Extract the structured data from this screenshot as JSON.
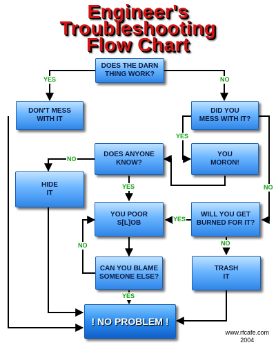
{
  "title": {
    "line1": "Engineer's",
    "line2": "Troubleshooting",
    "line3": "Flow Chart"
  },
  "nodes": {
    "does_work": "DOES THE DARN\nTHING WORK?",
    "dont_mess": "DON'T MESS\nWITH IT",
    "did_you_mess": "DID YOU\nMESS WITH IT?",
    "you_moron": "YOU\nMORON!",
    "anyone_know": "DOES ANYONE\nKNOW?",
    "hide_it": "HIDE\nIT",
    "you_poor": "YOU POOR\nS[L]OB",
    "get_burned": "WILL YOU GET\nBURNED FOR IT?",
    "blame_else": "CAN YOU BLAME\nSOMEONE ELSE?",
    "trash_it": "TRASH\nIT",
    "no_problem": "! NO PROBLEM !"
  },
  "edge_labels": {
    "works_yes": "YES",
    "works_no": "NO",
    "messed_yes": "YES",
    "messed_no": "NO",
    "know_no": "NO",
    "know_yes": "YES",
    "burned_yes": "YES",
    "burned_no": "NO",
    "blame_no": "NO",
    "blame_yes": "YES"
  },
  "footer": {
    "site": "www.rfcafe.com",
    "year": "2004"
  },
  "colors": {
    "title": "#d41414",
    "box": "#4ea2f5",
    "label": "#13a313",
    "connector": "#000000"
  }
}
